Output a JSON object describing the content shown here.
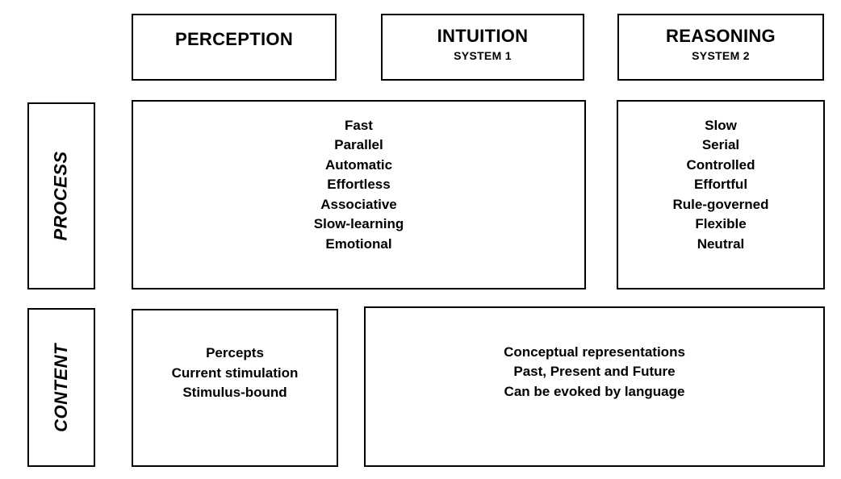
{
  "headers": {
    "perception": {
      "title": "PERCEPTION",
      "subtitle": ""
    },
    "intuition": {
      "title": "INTUITION",
      "subtitle": "SYSTEM 1"
    },
    "reasoning": {
      "title": "REASONING",
      "subtitle": "SYSTEM 2"
    }
  },
  "rows": {
    "process": {
      "label": "PROCESS"
    },
    "content": {
      "label": "CONTENT"
    }
  },
  "process_shared": [
    "Fast",
    "Parallel",
    "Automatic",
    "Effortless",
    "Associative",
    "Slow-learning",
    "Emotional"
  ],
  "process_reasoning": [
    "Slow",
    "Serial",
    "Controlled",
    "Effortful",
    "Rule-governed",
    "Flexible",
    "Neutral"
  ],
  "content_perception": [
    "Percepts",
    "Current stimulation",
    "Stimulus-bound"
  ],
  "content_conceptual": [
    "Conceptual representations",
    "Past, Present and Future",
    "Can be evoked by language"
  ]
}
